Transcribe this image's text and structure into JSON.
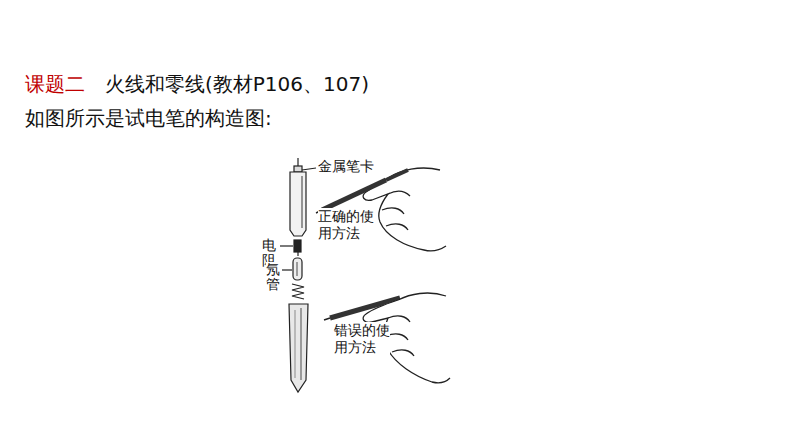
{
  "diagram": {
    "title": "课题二",
    "labels": [
      "火线和零线(教材P106、107)",
      "如图所示是试电笔的构造图:",
      "金属笔卡",
      "正确的使用方法",
      "电阻",
      "氖管",
      "错误的使用方法"
    ]
  }
}
